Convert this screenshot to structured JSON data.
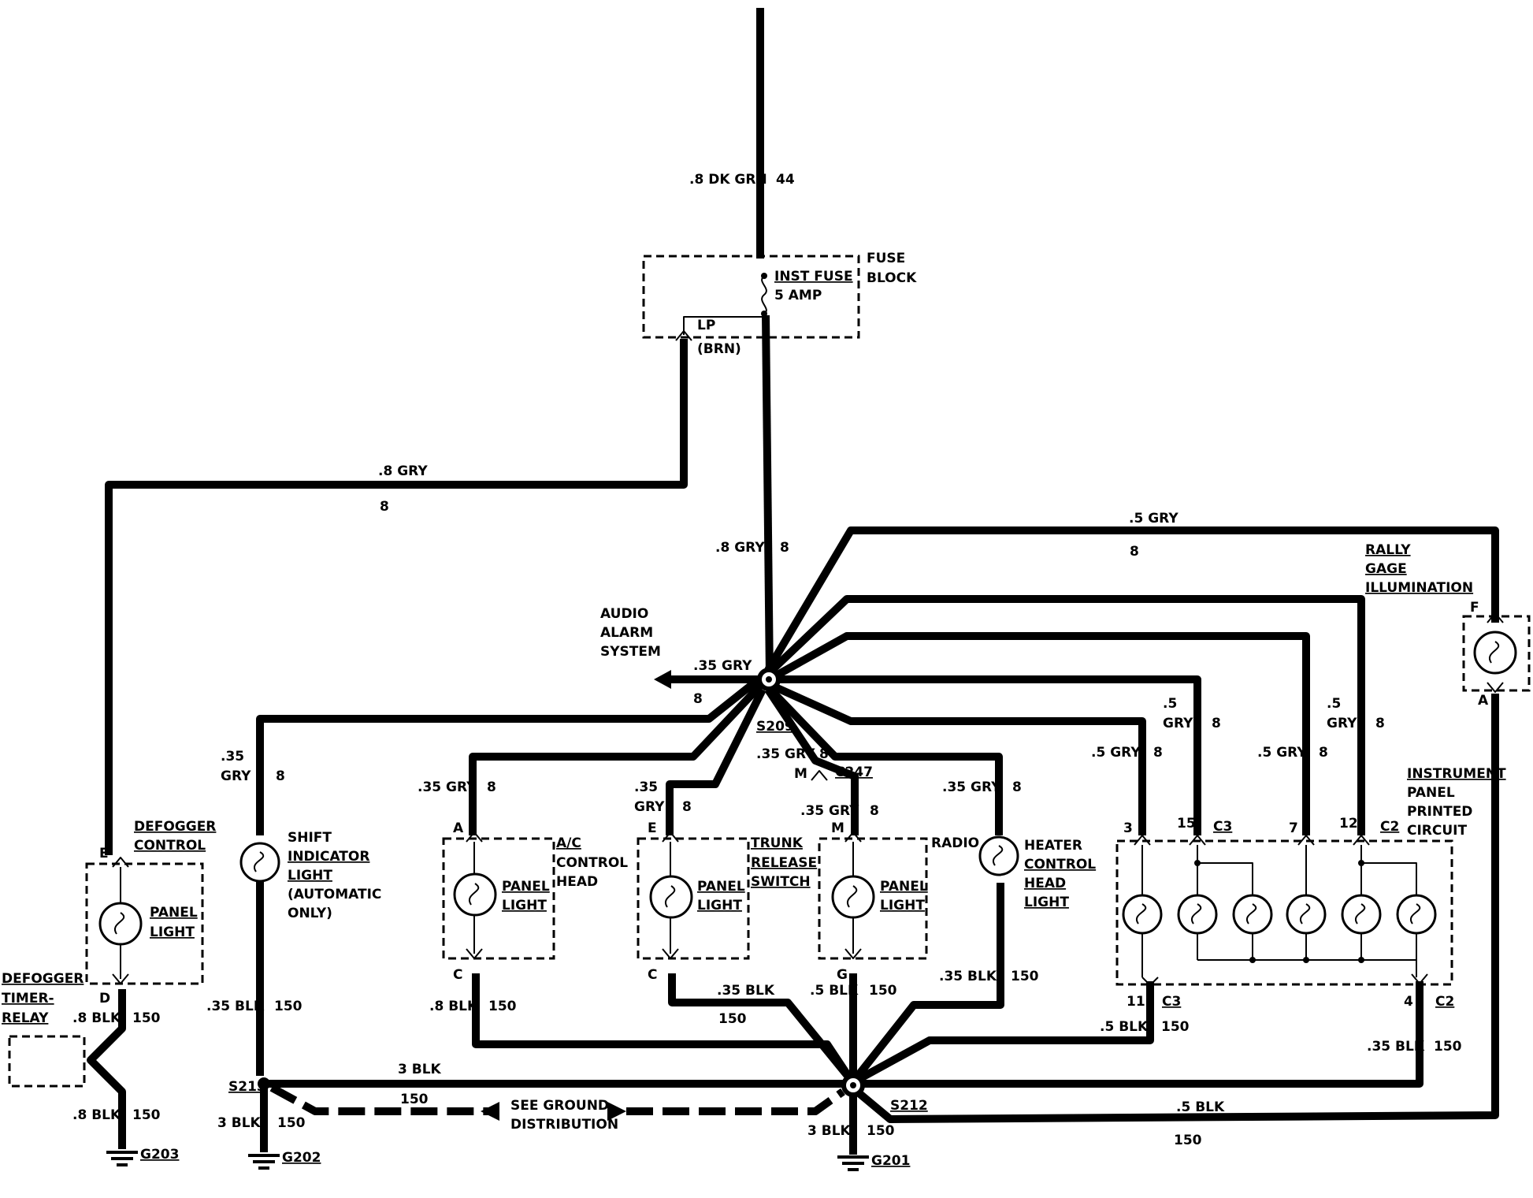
{
  "top": {
    "wire": ".8 DK GRN",
    "circuit": "44"
  },
  "fuse_block": {
    "title_1": "FUSE",
    "title_2": "BLOCK",
    "fuse_name": "INST FUSE",
    "fuse_rating": "5 AMP",
    "lp": "LP",
    "brn": "(BRN)"
  },
  "wires": {
    "defogger_feed": {
      "wire": ".8 GRY",
      "circuit": "8"
    },
    "main_feed": {
      "wire": ".8 GRY",
      "circuit": "8"
    },
    "rally_feed": {
      "wire": ".5 GRY",
      "circuit": "8"
    },
    "audio": {
      "wire": ".35 GRY",
      "circuit": "8"
    },
    "shift": {
      "wire_1": ".35",
      "wire_2": "GRY",
      "circuit": "8"
    },
    "ac": {
      "wire": ".35 GRY",
      "circuit": "8"
    },
    "trunk": {
      "wire_1": ".35",
      "wire_2": "GRY",
      "circuit": "8"
    },
    "radio_a": {
      "wire": ".35 GRY",
      "circuit": "8"
    },
    "radio_b": {
      "wire": ".35 GRY",
      "circuit": "8"
    },
    "heater": {
      "wire": ".35 GRY",
      "circuit": "8"
    },
    "ip3": {
      "wire": ".5 GRY",
      "circuit": "8"
    },
    "ip15": {
      "wire_1": ".5",
      "wire_2": "GRY",
      "circuit": "8"
    },
    "ip7": {
      "wire": ".5 GRY",
      "circuit": "8"
    },
    "ip12": {
      "wire_1": ".5",
      "wire_2": "GRY",
      "circuit": "8"
    }
  },
  "grounds": {
    "defog_top": {
      "wire": ".8 BLK",
      "circuit": "150"
    },
    "defog_bot": {
      "wire": ".8 BLK",
      "circuit": "150"
    },
    "shift": {
      "wire": ".35 BLK",
      "circuit": "150"
    },
    "ac": {
      "wire": ".8 BLK",
      "circuit": "150"
    },
    "trunk": {
      "wire": ".35 BLK",
      "circuit": "150"
    },
    "radio": {
      "wire": ".5 BLK",
      "circuit": "150"
    },
    "heater": {
      "wire": ".35 BLK",
      "circuit": "150"
    },
    "ip11": {
      "wire": ".5 BLK",
      "circuit": "150"
    },
    "ip4": {
      "wire": ".35 BLK",
      "circuit": "150"
    },
    "rally": {
      "wire": ".5 BLK",
      "circuit": "150"
    },
    "bus": {
      "wire": "3 BLK"
    },
    "s213_down": {
      "wire": "3 BLK",
      "circuit": "150"
    },
    "s212_down": {
      "wire": "3 BLK",
      "circuit": "150"
    },
    "dist_circuit": "150"
  },
  "splices": {
    "s209": "S209",
    "s213": "S213",
    "s212": "S212",
    "c247": "C247"
  },
  "ground_points": {
    "g203": "G203",
    "g202": "G202",
    "g201": "G201"
  },
  "ground_dist": {
    "line_1": "SEE GROUND",
    "line_2": "DISTRIBUTION"
  },
  "audio_alarm": {
    "line_1": "AUDIO",
    "line_2": "ALARM",
    "line_3": "SYSTEM"
  },
  "components": {
    "defogger_control": {
      "line_1": "DEFOGGER",
      "line_2": "CONTROL",
      "panel_1": "PANEL",
      "panel_2": "LIGHT",
      "pin_top": "E",
      "pin_bottom": "D"
    },
    "defogger_timer": {
      "line_1": "DEFOGGER",
      "line_2": "TIMER-",
      "line_3": "RELAY"
    },
    "shift_indicator": {
      "line_1": "SHIFT",
      "line_2": "INDICATOR",
      "line_3": "LIGHT",
      "line_4": "(AUTOMATIC",
      "line_5": "ONLY)"
    },
    "ac_control": {
      "line_1": "A/C",
      "line_2": "CONTROL",
      "line_3": "HEAD",
      "panel_1": "PANEL",
      "panel_2": "LIGHT",
      "pin_top": "A",
      "pin_bottom": "C"
    },
    "trunk_release": {
      "line_1": "TRUNK",
      "line_2": "RELEASE",
      "line_3": "SWITCH",
      "panel_1": "PANEL",
      "panel_2": "LIGHT",
      "pin_top": "E",
      "pin_bottom": "C"
    },
    "radio": {
      "line_1": "RADIO",
      "panel_1": "PANEL",
      "panel_2": "LIGHT",
      "pin_top": "M",
      "pin_bottom": "G",
      "pin_c247": "M"
    },
    "heater_control": {
      "line_1": "HEATER",
      "line_2": "CONTROL",
      "line_3": "HEAD",
      "line_4": "LIGHT"
    },
    "instrument_panel": {
      "line_1": "INSTRUMENT",
      "line_2": "PANEL",
      "line_3": "PRINTED",
      "line_4": "CIRCUIT",
      "pin_3": "3",
      "pin_15": "15",
      "pin_7": "7",
      "pin_12": "12",
      "pin_11": "11",
      "pin_4": "4",
      "c3_top": "C3",
      "c2_top": "C2",
      "c3_bottom": "C3",
      "c2_bottom": "C2"
    },
    "rally_gage": {
      "line_1": "RALLY",
      "line_2": "GAGE",
      "line_3": "ILLUMINATION",
      "pin_top": "F",
      "pin_bottom": "A"
    }
  }
}
